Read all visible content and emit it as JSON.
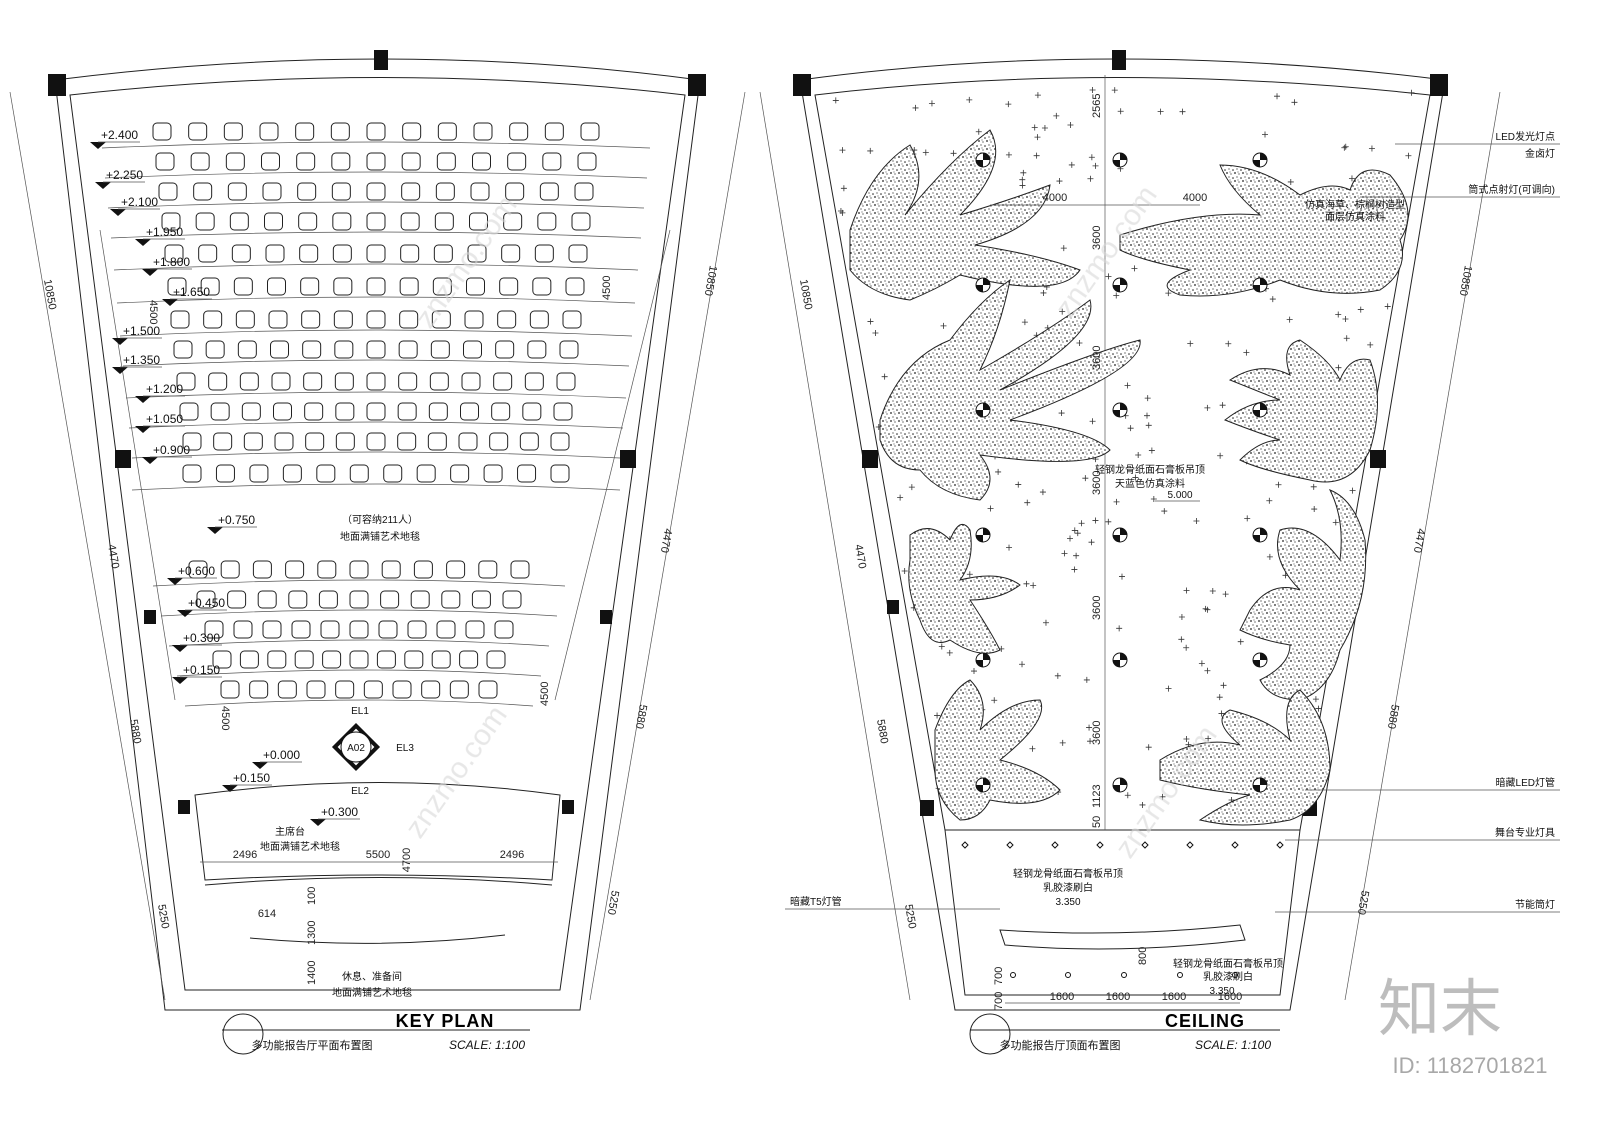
{
  "plans": {
    "key_plan": {
      "title": "KEY PLAN",
      "subtitle": "多功能报告厅平面布置图",
      "scale": "SCALE: 1:100",
      "capacity": "（可容纳211人）",
      "floor_note": "地面满铺艺术地毯",
      "stage_label": "主席台",
      "stage_note": "地面满铺艺术地毯",
      "rest_label": "休息、准备间",
      "rest_note": "地面满铺艺术地毯",
      "index_tag": "A02",
      "elev_tags": [
        "EL1",
        "EL2",
        "EL3"
      ],
      "levels": [
        "+2.400",
        "+2.250",
        "+2.100",
        "+1.950",
        "+1.800",
        "+1.650",
        "+1.500",
        "+1.350",
        "+1.200",
        "+1.050",
        "+0.900",
        "+0.750",
        "+0.600",
        "+0.450",
        "+0.300",
        "+0.150",
        "+0.000",
        "+0.150",
        "+0.300"
      ],
      "dims": {
        "left": [
          "10850",
          "4470",
          "5880",
          "5250"
        ],
        "right": [
          "10850",
          "4470",
          "5880",
          "5250"
        ],
        "inner": [
          "4500",
          "4500",
          "4500",
          "4500",
          "2496",
          "5500",
          "2496",
          "4700",
          "614",
          "100",
          "1300",
          "1400"
        ]
      }
    },
    "ceiling": {
      "title": "CEILING",
      "subtitle": "多功能报告厅顶面布置图",
      "scale": "SCALE: 1:100",
      "note_main": "轻钢龙骨纸面石膏板吊顶",
      "note_main2": "天蓝色仿真涂料",
      "level_main": "5.000",
      "note_stage": "轻钢龙骨纸面石膏板吊顶",
      "note_stage2": "乳胶漆刷白",
      "level_stage": "3.350",
      "note_back": "轻钢龙骨纸面石膏板吊顶",
      "note_back2": "乳胶漆刷白",
      "level_back": "3.350",
      "note_leaf": "仿真海草、棕榈树造型",
      "note_leaf2": "面层仿真涂料",
      "legend": {
        "led_star": "LED发光灯点",
        "spot": "金卤灯",
        "down": "筒式点射灯(可调向)",
        "led_strip": "暗藏LED灯管",
        "stage_light": "舞台专业灯具",
        "t5": "暗藏T5灯管",
        "energy": "节能筒灯"
      },
      "dims": {
        "left": [
          "10850",
          "4470",
          "5880",
          "5250"
        ],
        "right": [
          "10850",
          "4470",
          "5880",
          "5250"
        ],
        "inner": [
          "2565",
          "4000",
          "4000",
          "3600",
          "3600",
          "3600",
          "3600",
          "3600",
          "1123",
          "50",
          "1600",
          "1600",
          "1600",
          "1600",
          "700",
          "700",
          "800"
        ]
      }
    }
  },
  "branding": {
    "logo": "知末",
    "id_text": "ID: 1182701821",
    "watermark": "znzmo.com"
  }
}
